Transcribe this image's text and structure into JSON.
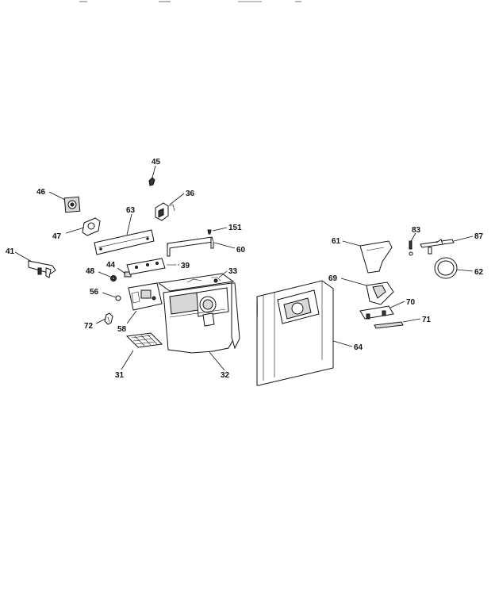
{
  "diagram": {
    "callouts": {
      "p45": "45",
      "p46": "46",
      "p36": "36",
      "p63": "63",
      "p151": "151",
      "p47": "47",
      "p60": "60",
      "p41": "41",
      "p44": "44",
      "p39": "39",
      "p33": "33",
      "p48": "48",
      "p56": "56",
      "p72": "72",
      "p58": "58",
      "p31": "31",
      "p32": "32",
      "p61": "61",
      "p83": "83",
      "p87": "87",
      "p62": "62",
      "p69": "69",
      "p70": "70",
      "p71": "71",
      "p64": "64"
    }
  }
}
